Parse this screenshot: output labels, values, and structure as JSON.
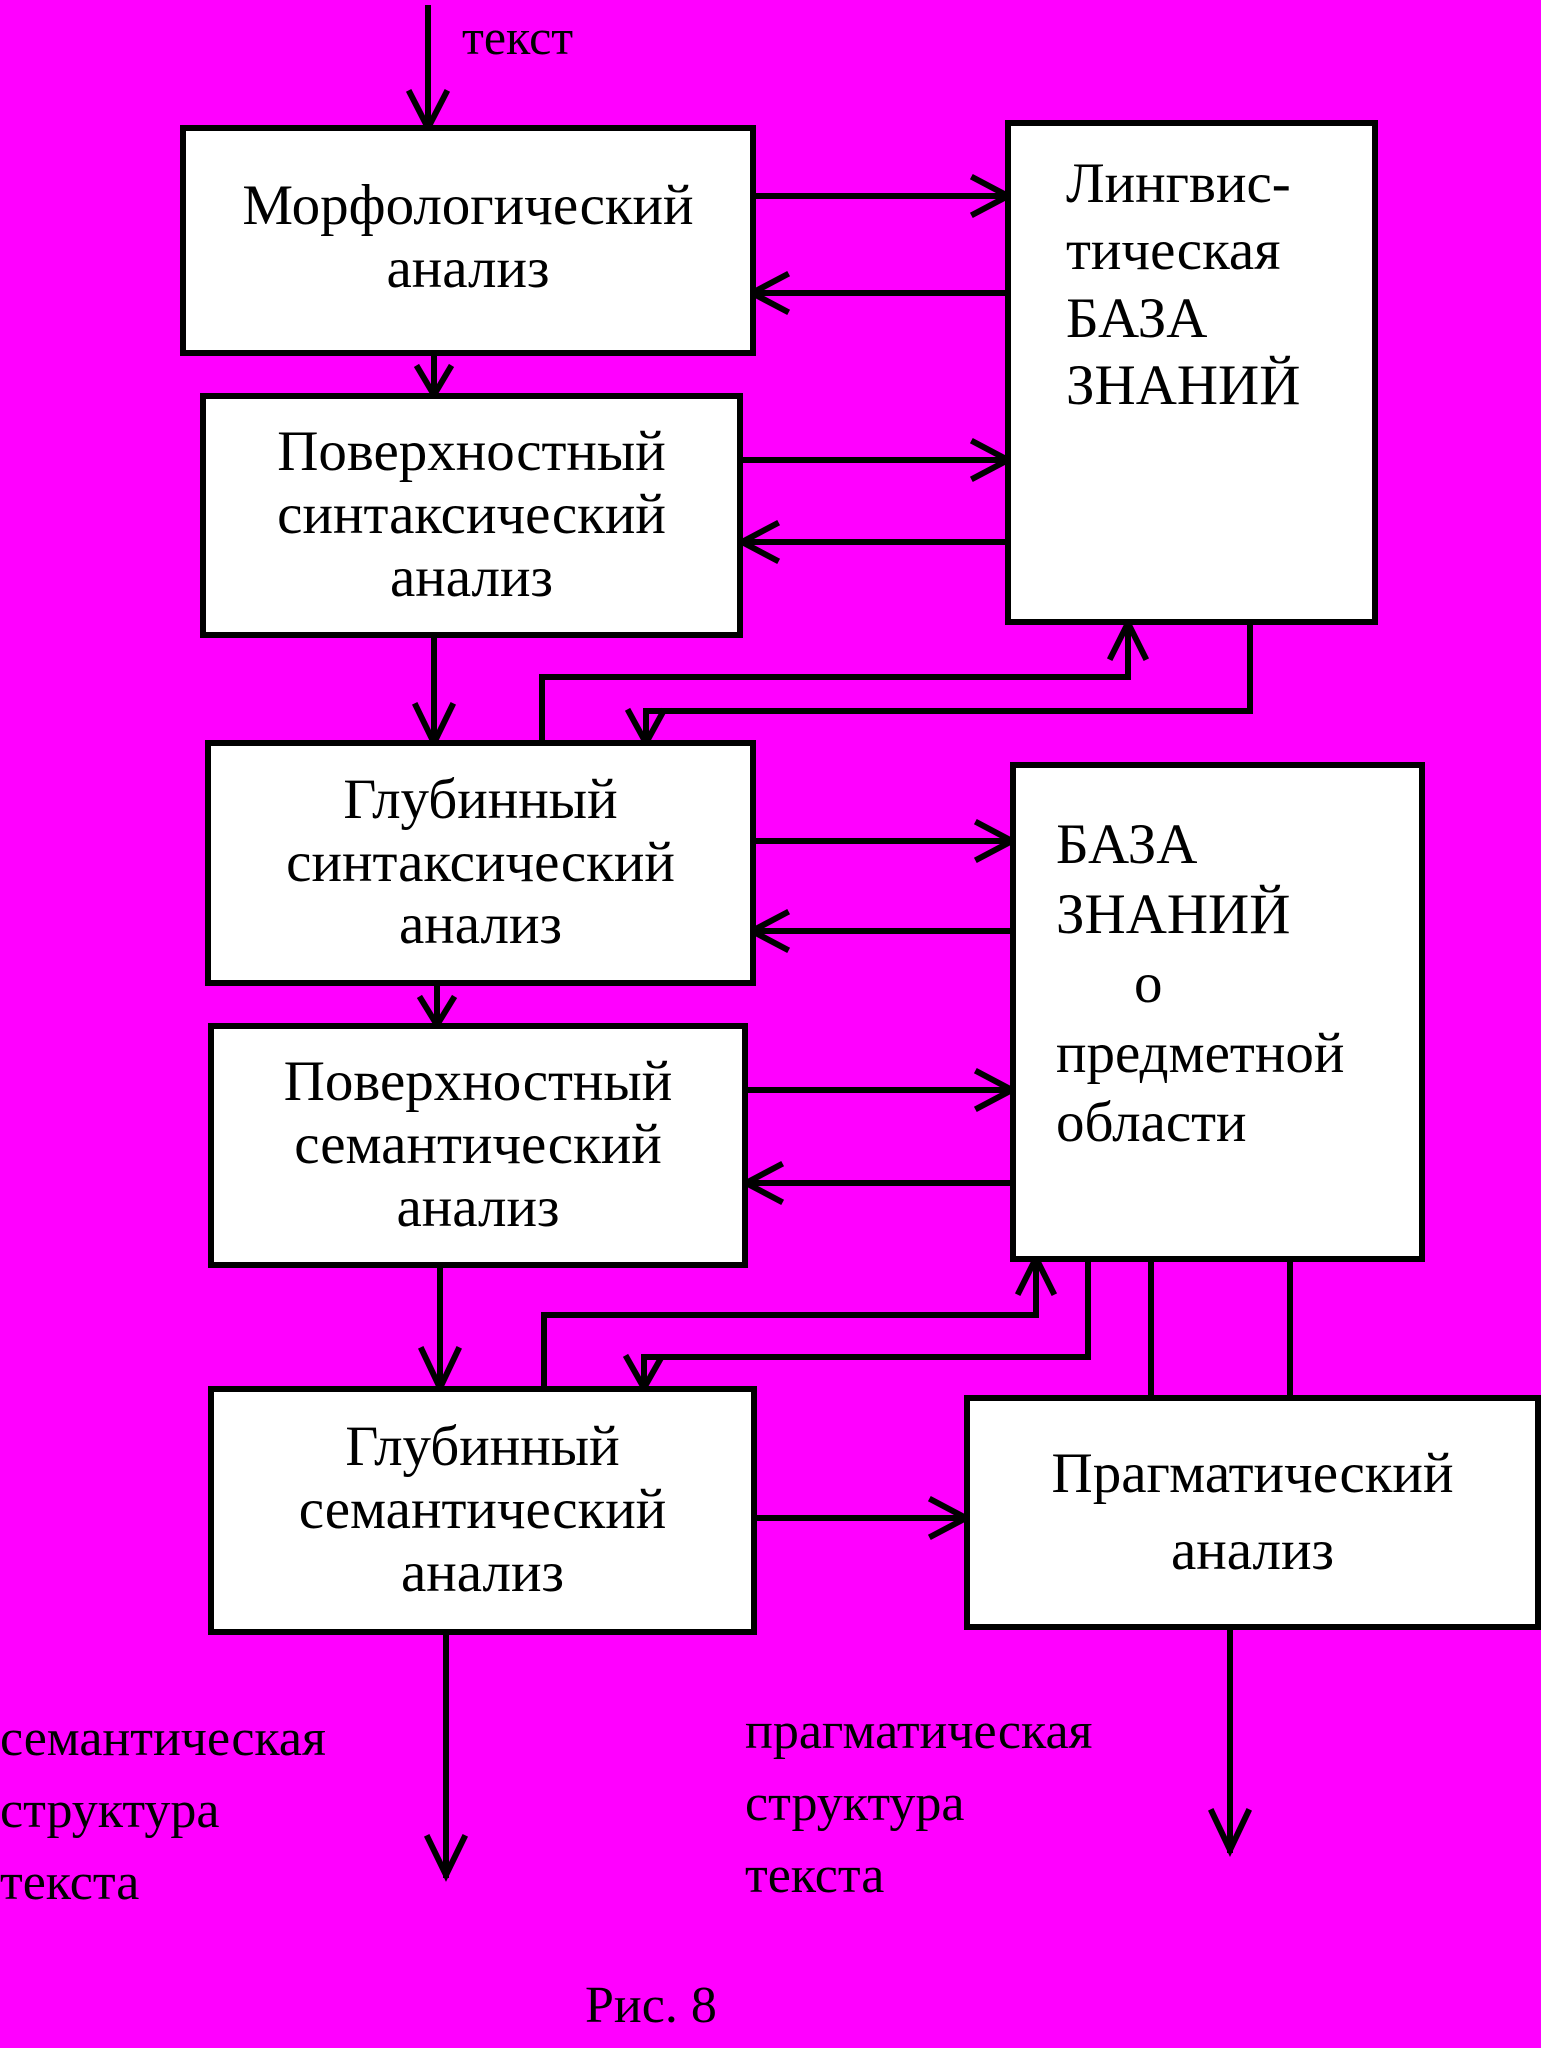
{
  "colors": {
    "background": "#ff00ff",
    "box_fill": "#ffffff",
    "ink": "#000000"
  },
  "input_label": "текст",
  "boxes": {
    "morphological": {
      "lines": [
        "Морфологический",
        "анализ"
      ]
    },
    "surface_syntactic": {
      "lines": [
        "Поверхностный",
        "синтаксический",
        "анализ"
      ]
    },
    "deep_syntactic": {
      "lines": [
        "Глубинный",
        "синтаксический",
        "анализ"
      ]
    },
    "surface_semantic": {
      "lines": [
        "Поверхностный",
        "семантический",
        "анализ"
      ]
    },
    "deep_semantic": {
      "lines": [
        "Глубинный",
        "семантический",
        "анализ"
      ]
    },
    "pragmatic": {
      "lines": [
        "Прагматический",
        "анализ"
      ]
    },
    "linguistic_kb": {
      "lines": [
        "Лингвис-",
        "тическая",
        "БАЗА",
        "ЗНАНИЙ"
      ]
    },
    "domain_kb": {
      "lines": [
        "БАЗА",
        "ЗНАНИЙ",
        "о",
        "предметной",
        "области"
      ]
    }
  },
  "outputs": {
    "semantic": [
      "семантическая",
      "структура",
      "текста"
    ],
    "pragmatic": [
      "прагматическая",
      "структура",
      "текста"
    ]
  },
  "caption": "Рис. 8"
}
